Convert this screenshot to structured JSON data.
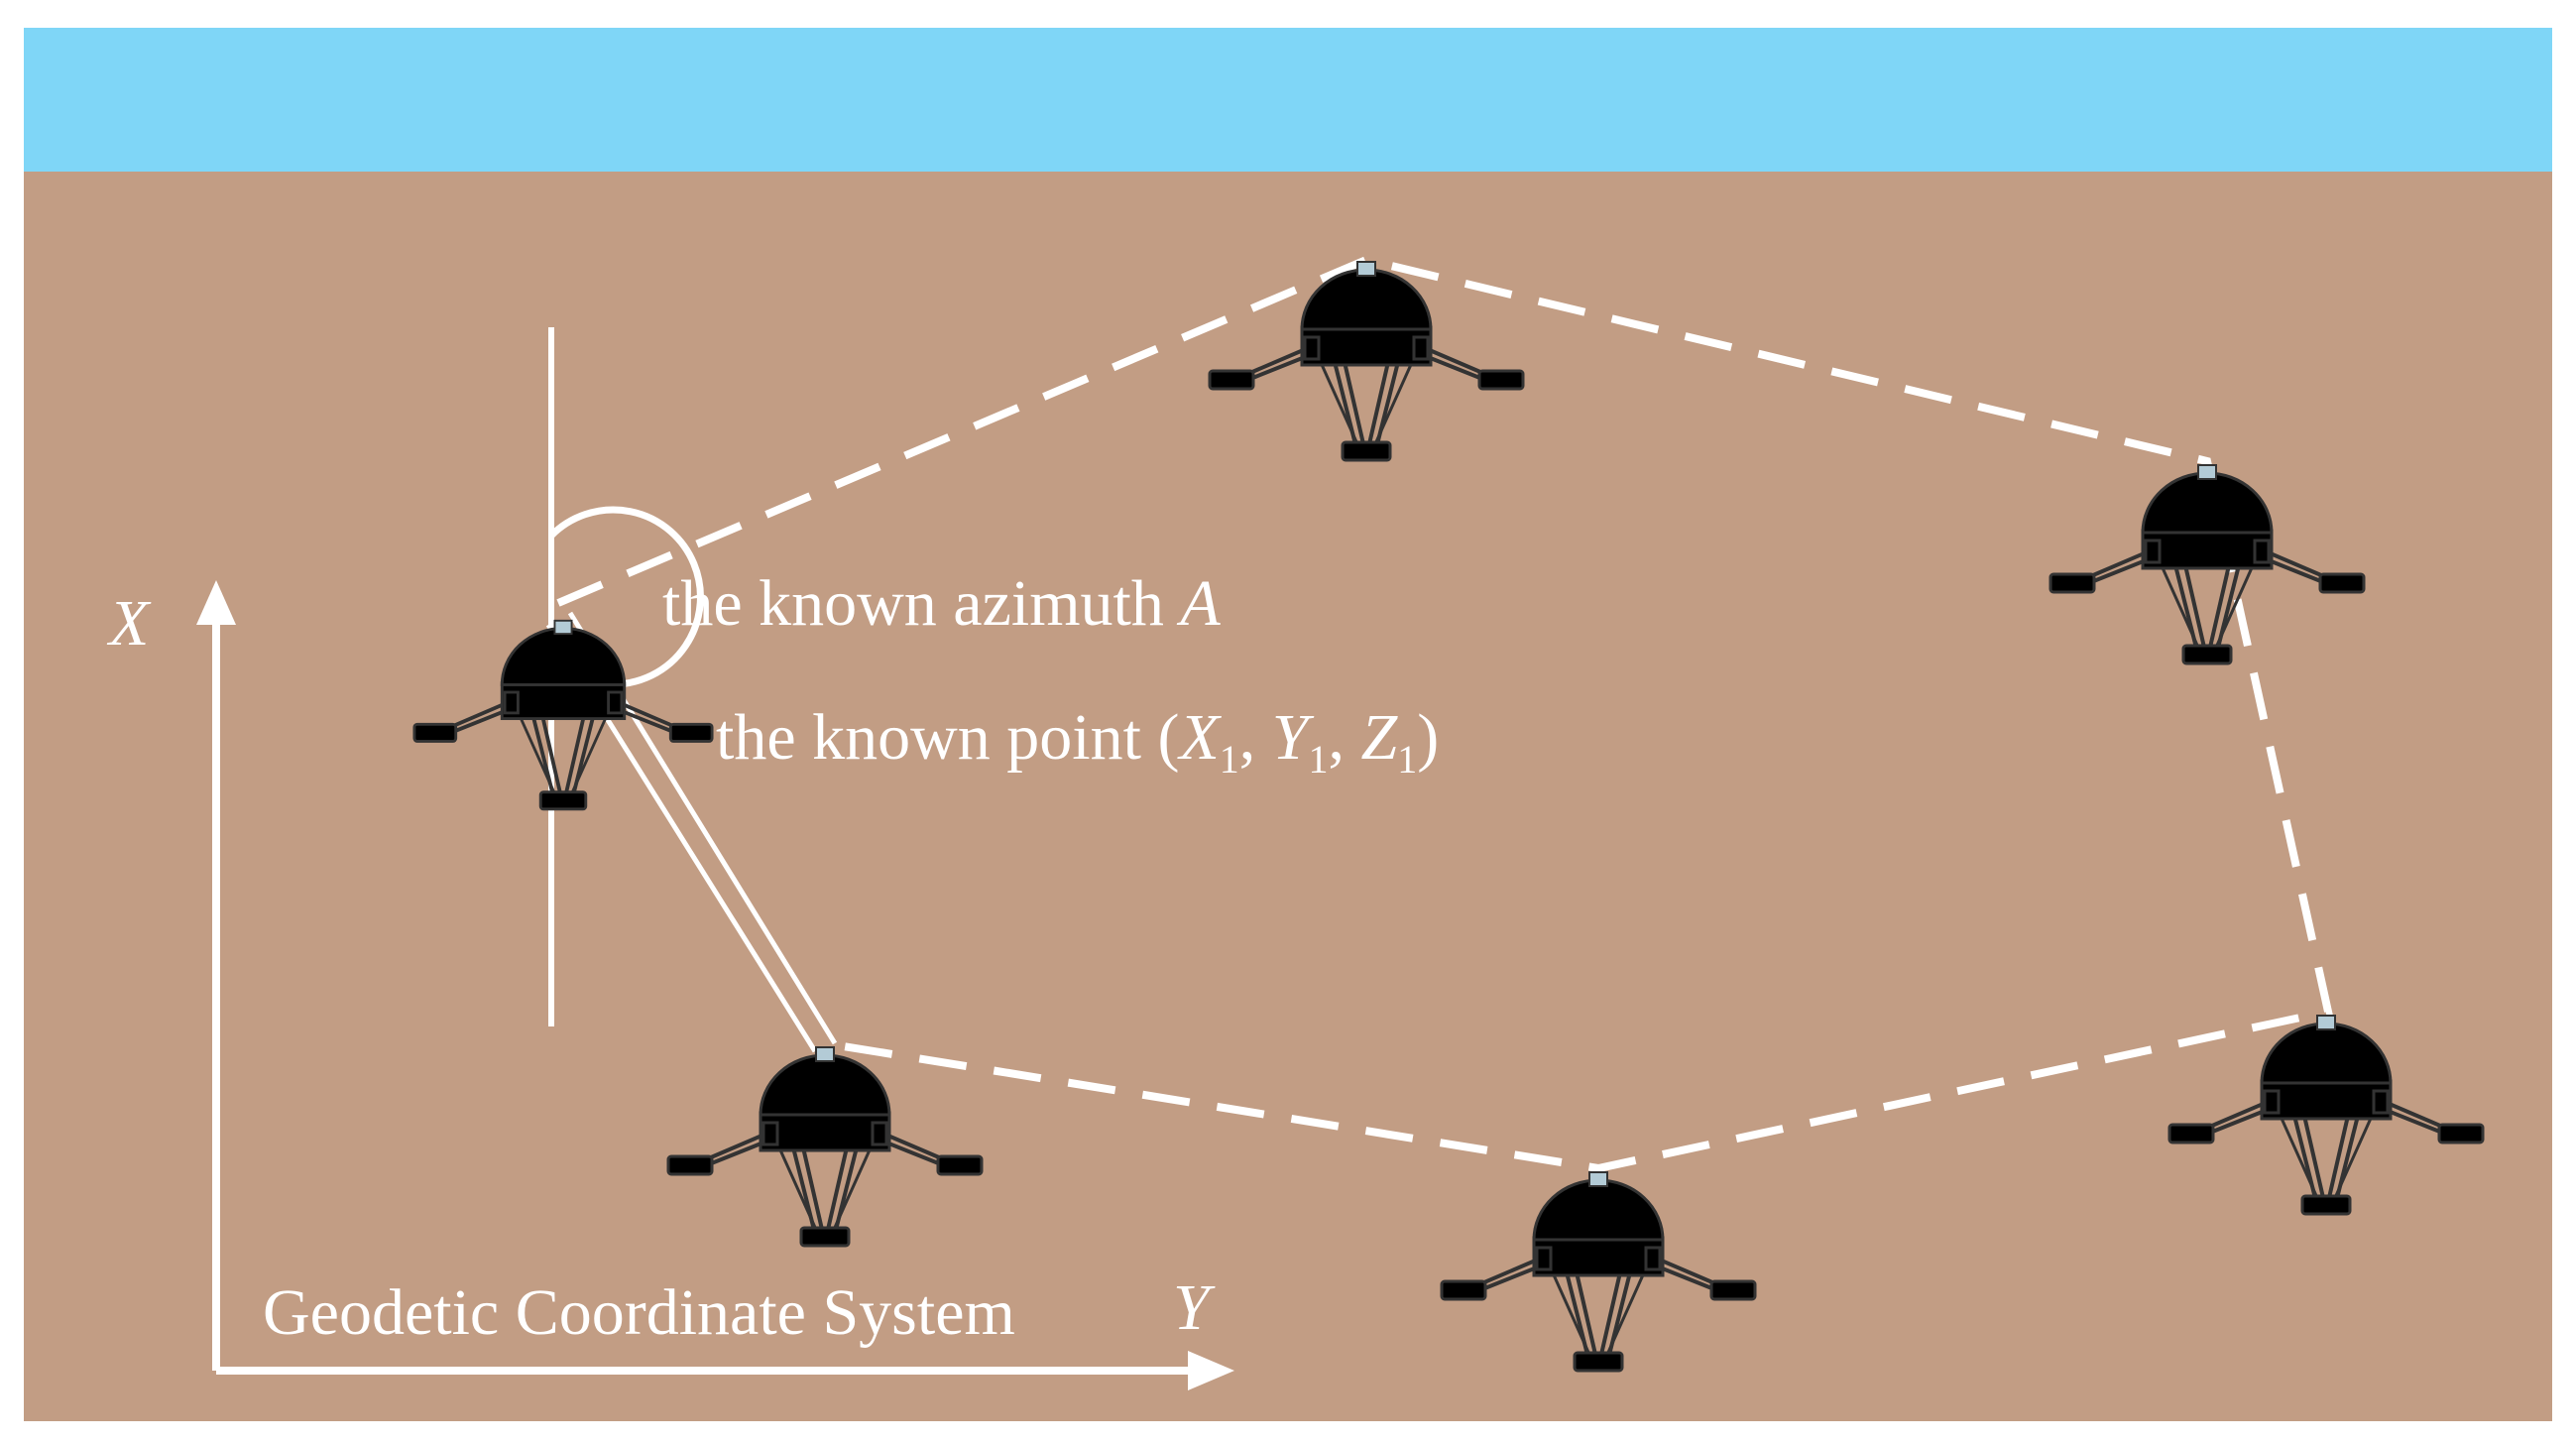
{
  "diagram": {
    "azimuth_label": "the known azimuth ",
    "azimuth_symbol": "A",
    "known_point_label": {
      "prefix": "the known point (",
      "x": "X",
      "y": "Y",
      "z": "Z",
      "subscript": "1",
      "sep": ", ",
      "close": ")"
    },
    "axis_x_label": "X",
    "axis_y_label": "Y",
    "coordinate_system_label": "Geodetic Coordinate System",
    "colors": {
      "water": "#7fd6f7",
      "seabed": "#c29d84",
      "line": "#ffffff",
      "known_station": "#fde9b8",
      "station": "#ffffff",
      "station_cap": "#b3cbd6"
    }
  }
}
